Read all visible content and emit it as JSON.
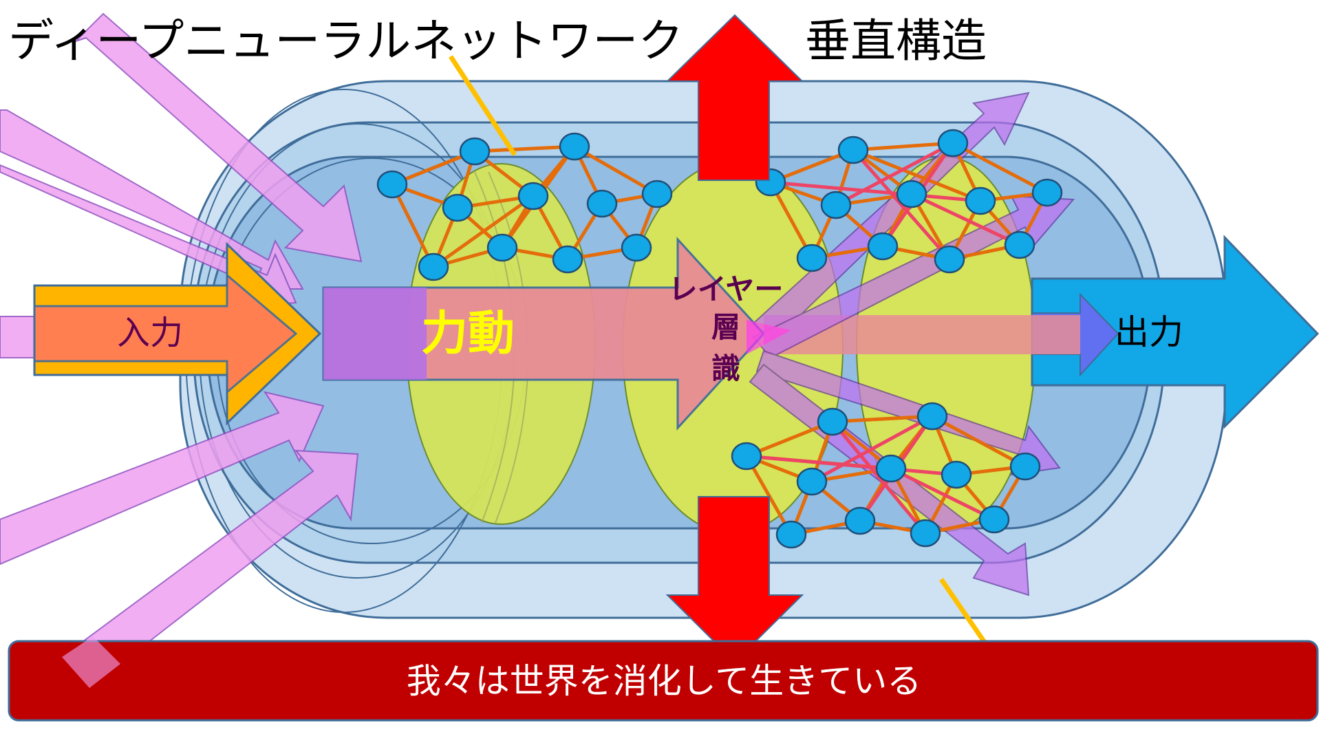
{
  "title": "ディープニューラルネットワーク",
  "vertical_label": "垂直構造",
  "input_label": "入力",
  "force_label": "力動",
  "layer_label_line1": "レイヤー",
  "layer_label_line2": "層",
  "layer_label_line3": "識",
  "output_label": "出力",
  "banner_text": "我々は世界を消化して生きている",
  "colors": {
    "capsule_outer": "#cfe2f3",
    "capsule_mid": "#b4d3ec",
    "capsule_inner": "#93bde3",
    "capsule_stroke": "#3f6d99",
    "ellipse_green": "#d5e45a",
    "network_edge": "#e46c0a",
    "network_edge_red": "#ee4466",
    "node_fill": "#12a7e6",
    "node_stroke": "#1f4e79",
    "pink_arrow": "#f0a0f0",
    "violet_arrow": "#b070ea",
    "salmon_arrow": "#e88c96",
    "input_orange": "#ffb400",
    "input_salmon": "#ff7a5a",
    "output_blue": "#12a7e6",
    "output_violet": "#6070f0",
    "vertical_red": "#ff0000",
    "banner_bg": "#c00000",
    "force_text": "#ffff00",
    "layer_text": "#5a0050",
    "pointer_gold": "#ffc000"
  }
}
